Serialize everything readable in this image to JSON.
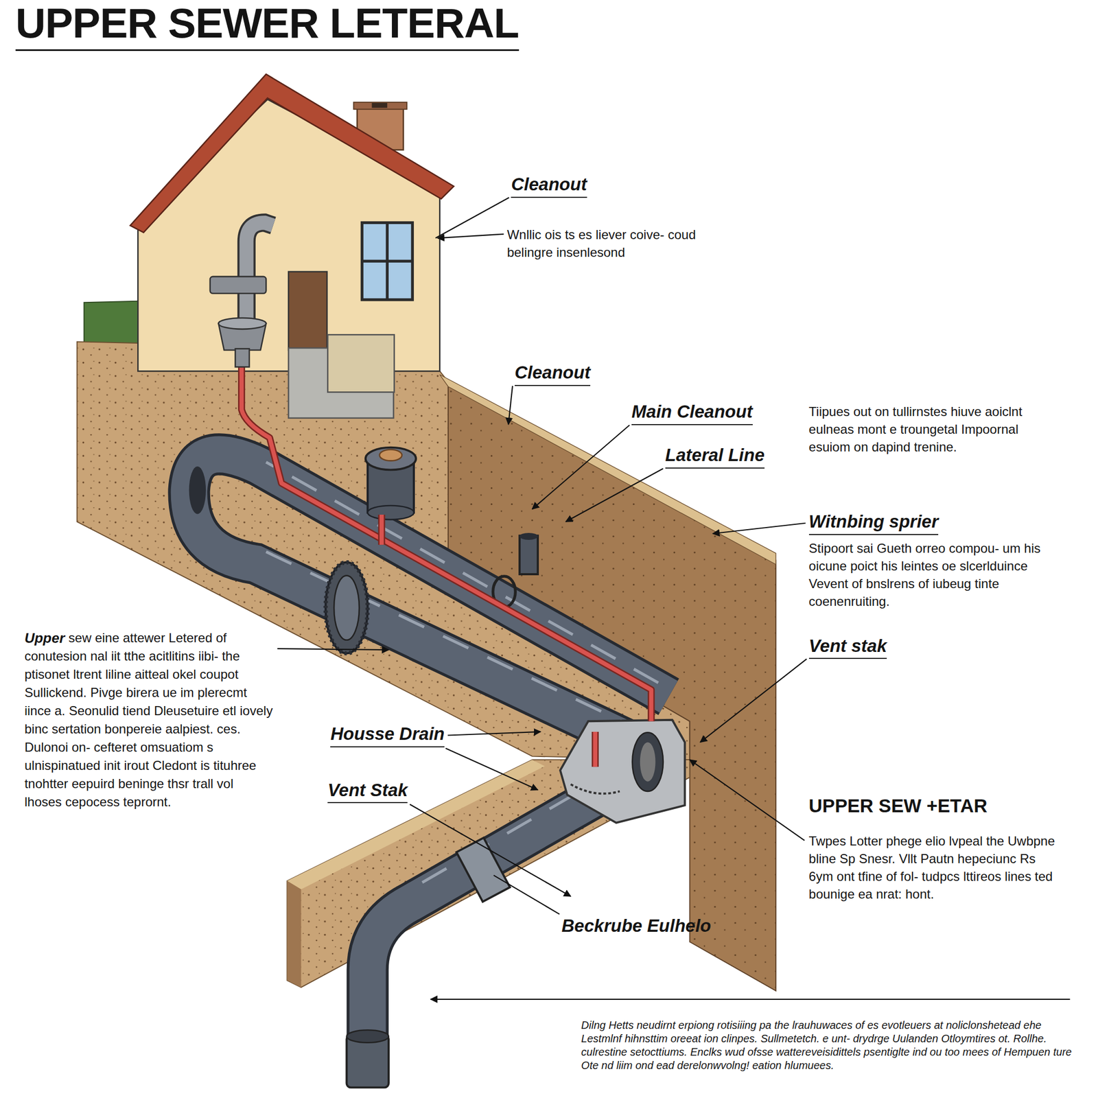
{
  "diagram": {
    "title": "UPPER SEWER LETERAL",
    "labels": [
      "Cleanout",
      "Wnllic ois ts es liever coive- coud belingre insenlesond",
      "Cleanout",
      "Main Cleanout",
      "Tiipues out on tullirnstes hiuve aoiclnt eulneas mont e troungetal Impoornal esuiom on dapind trenine.",
      "Lateral Line",
      "Witnbing sprier",
      "Stipoort sai Gueth orreo compou- um his oicune poict his leintes oe slcerlduince Vevent of bnslrens of iubeug tinte coenenruiting.",
      "Vent stak",
      "Upper",
      "sew eine attewer Letered of conutesion nal iit tthe acitlitins iibi- the ptisonet ltrent liline aitteal okel coupot Sullickend. Pivge birera ue im plerecmt iince a. Seonulid tiend Dleusetuire etl iovely binc sertation bonpereie aalpiest. ces. Dulonoi on- cefteret omsuatiom s ulnispinatued init irout Cledont is tituhree tnohtter eepuird beninge thsr trall vol lhoses cepocess teprornt.",
      "Housse Drain",
      "Vent Stak",
      "UPPER SEW +ETAR",
      "Twpes Lotter phege elio lvpeal the Uwbpne bline Sp Snesr. Vllt Pautn hepeciunc Rs 6ym ont tfine of fol- tudpcs lttireos lines ted bounige ea nrat: hont.",
      "Beckrube Eulhelo",
      "Dilng Hetts neudirnt erpiong rotisiiing pa the lrauhuwaces of es evotleuers at noliclonshetead ehe Lestmlnf hihnsttim oreeat ion clinpes. Sullmetetch. e unt- drydrge Uulanden Otloymtires ot. Rollhe. culrestine setocttiums. Enclks wud ofsse wattereveisidittels psentiglte ind ou too mees of Hempuen ture Ote nd liim ond ead derelonwvolng! eation hlumuees."
    ]
  }
}
